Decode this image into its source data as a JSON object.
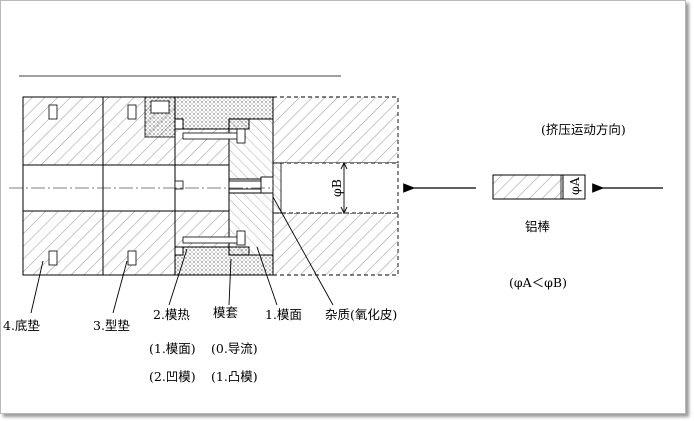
{
  "labels": {
    "extrusion_direction": "(挤压运动方向)",
    "phi_b": "φB",
    "phi_a": "φA",
    "billet": "铝棒",
    "condition": "(φA＜φB)",
    "bottom_pad": "4.底垫",
    "type_pad": "3.型垫",
    "die_pad": "2.模热",
    "die_sleeve": "模套",
    "die_face": "1.模面",
    "impurity": "杂质(氧化皮)",
    "note_die_face": "(1.模面)",
    "note_guide": "(0.导流)",
    "note_female_die": "(2.凹模)",
    "note_male_die": "(1.凸模)"
  },
  "colors": {
    "line": "#000000",
    "hatch": "#777777",
    "frame_shadow": "#9a9a9a"
  }
}
